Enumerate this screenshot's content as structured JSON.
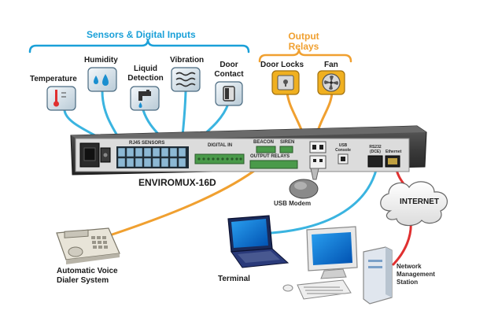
{
  "groups": {
    "sensors_title": "Sensors & Digital Inputs",
    "relays_title_1": "Output",
    "relays_title_2": "Relays"
  },
  "sensors": {
    "temperature": "Temperature",
    "humidity": "Humidity",
    "liquid_1": "Liquid",
    "liquid_2": "Detection",
    "vibration": "Vibration",
    "door_1": "Door",
    "door_2": "Contact"
  },
  "relays": {
    "door_locks": "Door Locks",
    "fan": "Fan"
  },
  "device": {
    "name": "ENVIROMUX-16D",
    "rj45": "RJ45 SENSORS",
    "digital_in": "DIGITAL IN",
    "beacon": "BEACON",
    "siren": "SIREN",
    "output_relays": "OUTPUT RELAYS",
    "usb_console_1": "USB",
    "usb_console_2": "Console",
    "rs232_1": "RS232",
    "rs232_2": "(DCE)",
    "ethernet": "Ethernet"
  },
  "peripherals": {
    "usb_modem": "USB Modem",
    "internet": "INTERNET",
    "voice_1": "Automatic Voice",
    "voice_2": "Dialer System",
    "terminal": "Terminal",
    "nms_1": "Network",
    "nms_2": "Management",
    "nms_3": "Station"
  },
  "colors": {
    "sensor_cable": "#3ab4e0",
    "relay_cable": "#f0a030",
    "internet_cable": "#e03030",
    "sensors_title": "#1aa0d8",
    "relays_title": "#f0a030"
  }
}
